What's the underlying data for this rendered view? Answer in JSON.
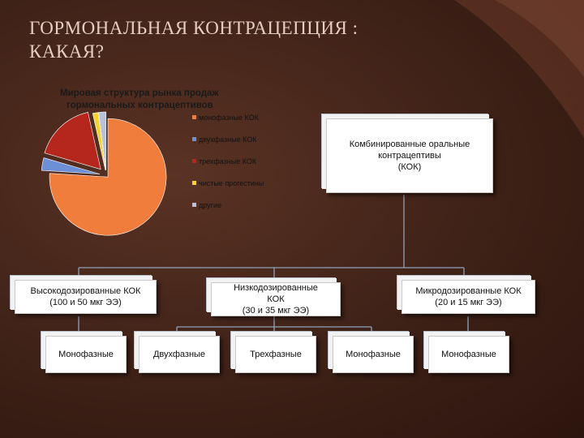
{
  "slide": {
    "title_line1": "ГОРМОНАЛЬНАЯ КОНТРАЦЕПЦИЯ :",
    "title_line2": "КАКАЯ?"
  },
  "chart_data": {
    "type": "pie",
    "title_line1": "Мировая структура рынка продаж",
    "title_line2": "гормональных контрацептивов",
    "categories": [
      "монофазные КОК",
      "двухфазные КОК",
      "трехфазные КОК",
      "чистые прогестины",
      "другие"
    ],
    "values": [
      76,
      3.5,
      17,
      1.5,
      2
    ],
    "colors": [
      "#f07d3c",
      "#6d8fd6",
      "#b5271c",
      "#f3d330",
      "#b8c1d6"
    ],
    "legend_position": "right"
  },
  "diagram": {
    "root": {
      "line1": "Комбинированные оральные",
      "line2": "контрацептивы",
      "line3": "(КОК)"
    },
    "level1": [
      {
        "line1": "Высокодозированные КОК",
        "line2": "(100 и 50 мкг ЭЭ)"
      },
      {
        "line1": "Низкодозированные",
        "line2": "КОК",
        "line3": "(30 и 35 мкг ЭЭ)"
      },
      {
        "line1": "Микродозированные КОК",
        "line2": "(20 и 15 мкг ЭЭ)"
      }
    ],
    "level2": [
      {
        "label": "Монофазные"
      },
      {
        "label": "Двухфазные"
      },
      {
        "label": "Трехфазные"
      },
      {
        "label": "Монофазные"
      },
      {
        "label": "Монофазные"
      }
    ]
  }
}
